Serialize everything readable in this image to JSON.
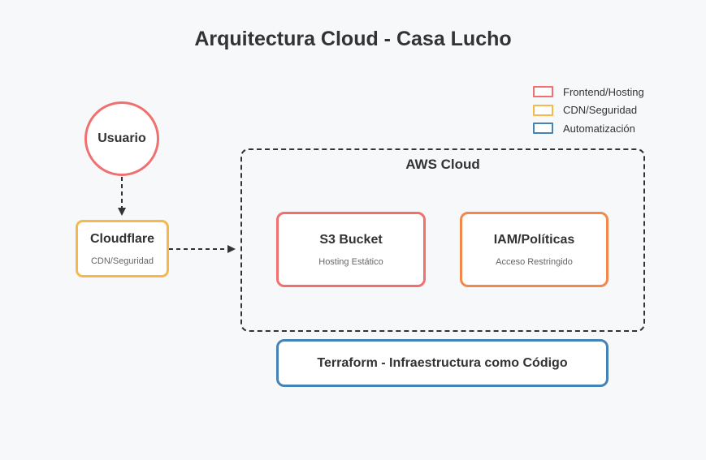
{
  "title": "Arquitectura Cloud - Casa Lucho",
  "legend": [
    {
      "label": "Frontend/Hosting",
      "color": "#f07070"
    },
    {
      "label": "CDN/Seguridad",
      "color": "#f7b84b"
    },
    {
      "label": "Automatización",
      "color": "#4682b4"
    }
  ],
  "nodes": {
    "user": {
      "title": "Usuario"
    },
    "cloudflare": {
      "title": "Cloudflare",
      "subtitle": "CDN/Seguridad"
    },
    "aws": {
      "title": "AWS Cloud"
    },
    "s3": {
      "title": "S3 Bucket",
      "subtitle": "Hosting Estático"
    },
    "iam": {
      "title": "IAM/Políticas",
      "subtitle": "Acceso Restringido"
    },
    "terraform": {
      "title": "Terraform - Infraestructura como Código"
    }
  },
  "edges": [
    {
      "from": "Usuario",
      "to": "Cloudflare",
      "style": "dashed-arrow"
    },
    {
      "from": "Cloudflare",
      "to": "AWS Cloud",
      "style": "dashed-arrow"
    }
  ]
}
